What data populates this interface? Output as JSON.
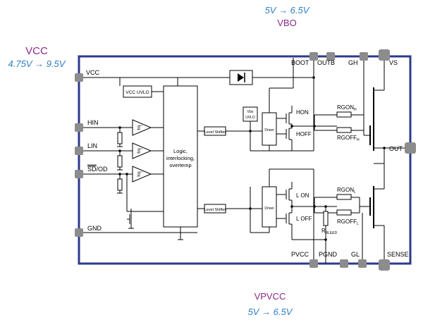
{
  "supplies": {
    "vbo_range": "5V → 6.5V",
    "vbo_name": "VBO",
    "vcc_name": "VCC",
    "vcc_range": "4.75V → 9.5V",
    "vpvcc_name": "VPVCC",
    "vpvcc_range": "5V → 6.5V"
  },
  "pins": {
    "vcc": "VCC",
    "hin": "HIN",
    "lin": "LIN",
    "sd_bar": "SD",
    "od": "/OD",
    "gnd": "GND",
    "boot": "BOOT",
    "outb": "OUTB",
    "gh": "GH",
    "vs": "VS",
    "out": "OUT",
    "pvcc": "PVCC",
    "pgnd": "PGND",
    "gl": "GL",
    "sense": "SENSE"
  },
  "blocks": {
    "vcc_uvlo": "VCC UVLO",
    "logic_line1": "Logic,",
    "logic_line2": "interlocking,",
    "logic_line3": "overtemp",
    "level_shifter_high": "Level Shifter",
    "level_shifter_low": "Level Shifter",
    "vbo_uvlo_line1": "Vbo",
    "vbo_uvlo_line2": "UVLO",
    "driver_high": "Driver",
    "driver_low": "Driver"
  },
  "switches": {
    "hon": "HON",
    "hoff": "HOFF",
    "lon": "L ON",
    "loff": "L OFF"
  },
  "resistors": {
    "rgon_h_main": "RGON",
    "rgon_h_sub": "H",
    "rgoff_h_main": "RGOFF",
    "rgoff_h_sub": "H",
    "rgon_l_main": "RGON",
    "rgon_l_sub": "L",
    "rgoff_l_main": "RGOFF",
    "rgoff_l_sub": "L",
    "rbleed_main": "R",
    "rbleed_sub": "BLEED"
  },
  "colors": {
    "border": "#2e3a8c",
    "blue_text": "#2e7fc1",
    "purple_text": "#8a2a8a",
    "pin": "#8c8c8c"
  }
}
